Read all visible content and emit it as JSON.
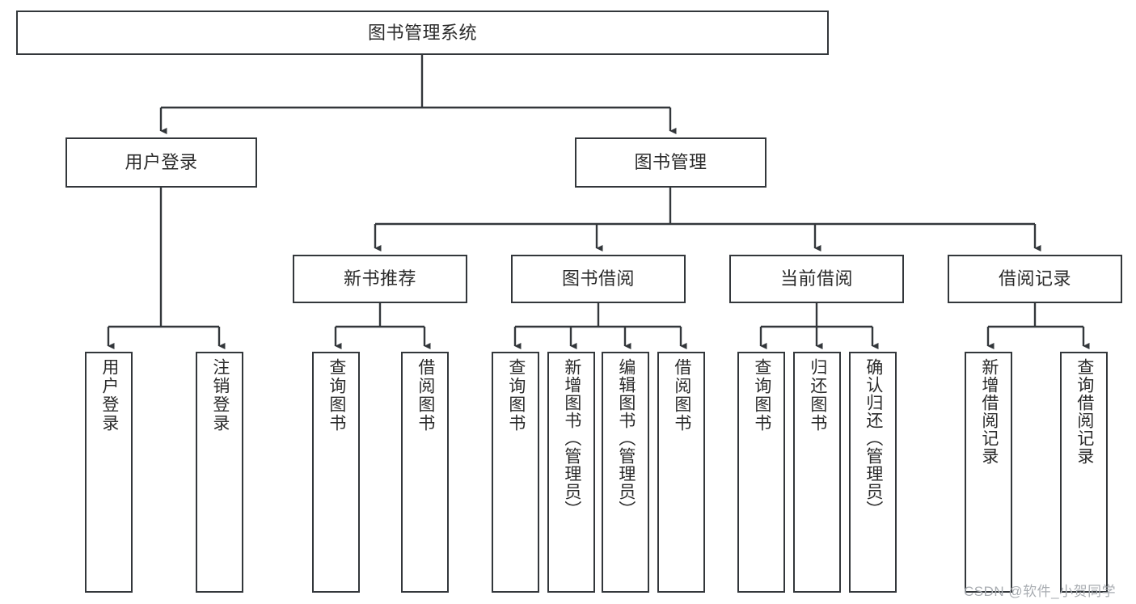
{
  "diagram": {
    "title": "图书管理系统",
    "type": "hierarchy-tree",
    "root": {
      "label": "图书管理系统"
    },
    "level2": [
      {
        "label": "用户登录"
      },
      {
        "label": "图书管理"
      }
    ],
    "level3": [
      {
        "label": "新书推荐"
      },
      {
        "label": "图书借阅"
      },
      {
        "label": "当前借阅"
      },
      {
        "label": "借阅记录"
      }
    ],
    "leaves_user_login": [
      {
        "label": "用户登录"
      },
      {
        "label": "注销登录"
      }
    ],
    "leaves_new_book": [
      {
        "label": "查询图书"
      },
      {
        "label": "借阅图书"
      }
    ],
    "leaves_book_borrow": [
      {
        "label": "查询图书"
      },
      {
        "label": "新增图书（管理员）"
      },
      {
        "label": "编辑图书（管理员）"
      },
      {
        "label": "借阅图书"
      }
    ],
    "leaves_current_borrow": [
      {
        "label": "查询图书"
      },
      {
        "label": "归还图书"
      },
      {
        "label": "确认归还（管理员）"
      }
    ],
    "leaves_borrow_record": [
      {
        "label": "新增借阅记录"
      },
      {
        "label": "查询借阅记录"
      }
    ]
  },
  "watermark": {
    "text": "CSDN @软件_小贺同学"
  },
  "colors": {
    "stroke": "#33373b",
    "text": "#2b2b2b",
    "background": "#ffffff",
    "watermark": "#a9adb2"
  }
}
